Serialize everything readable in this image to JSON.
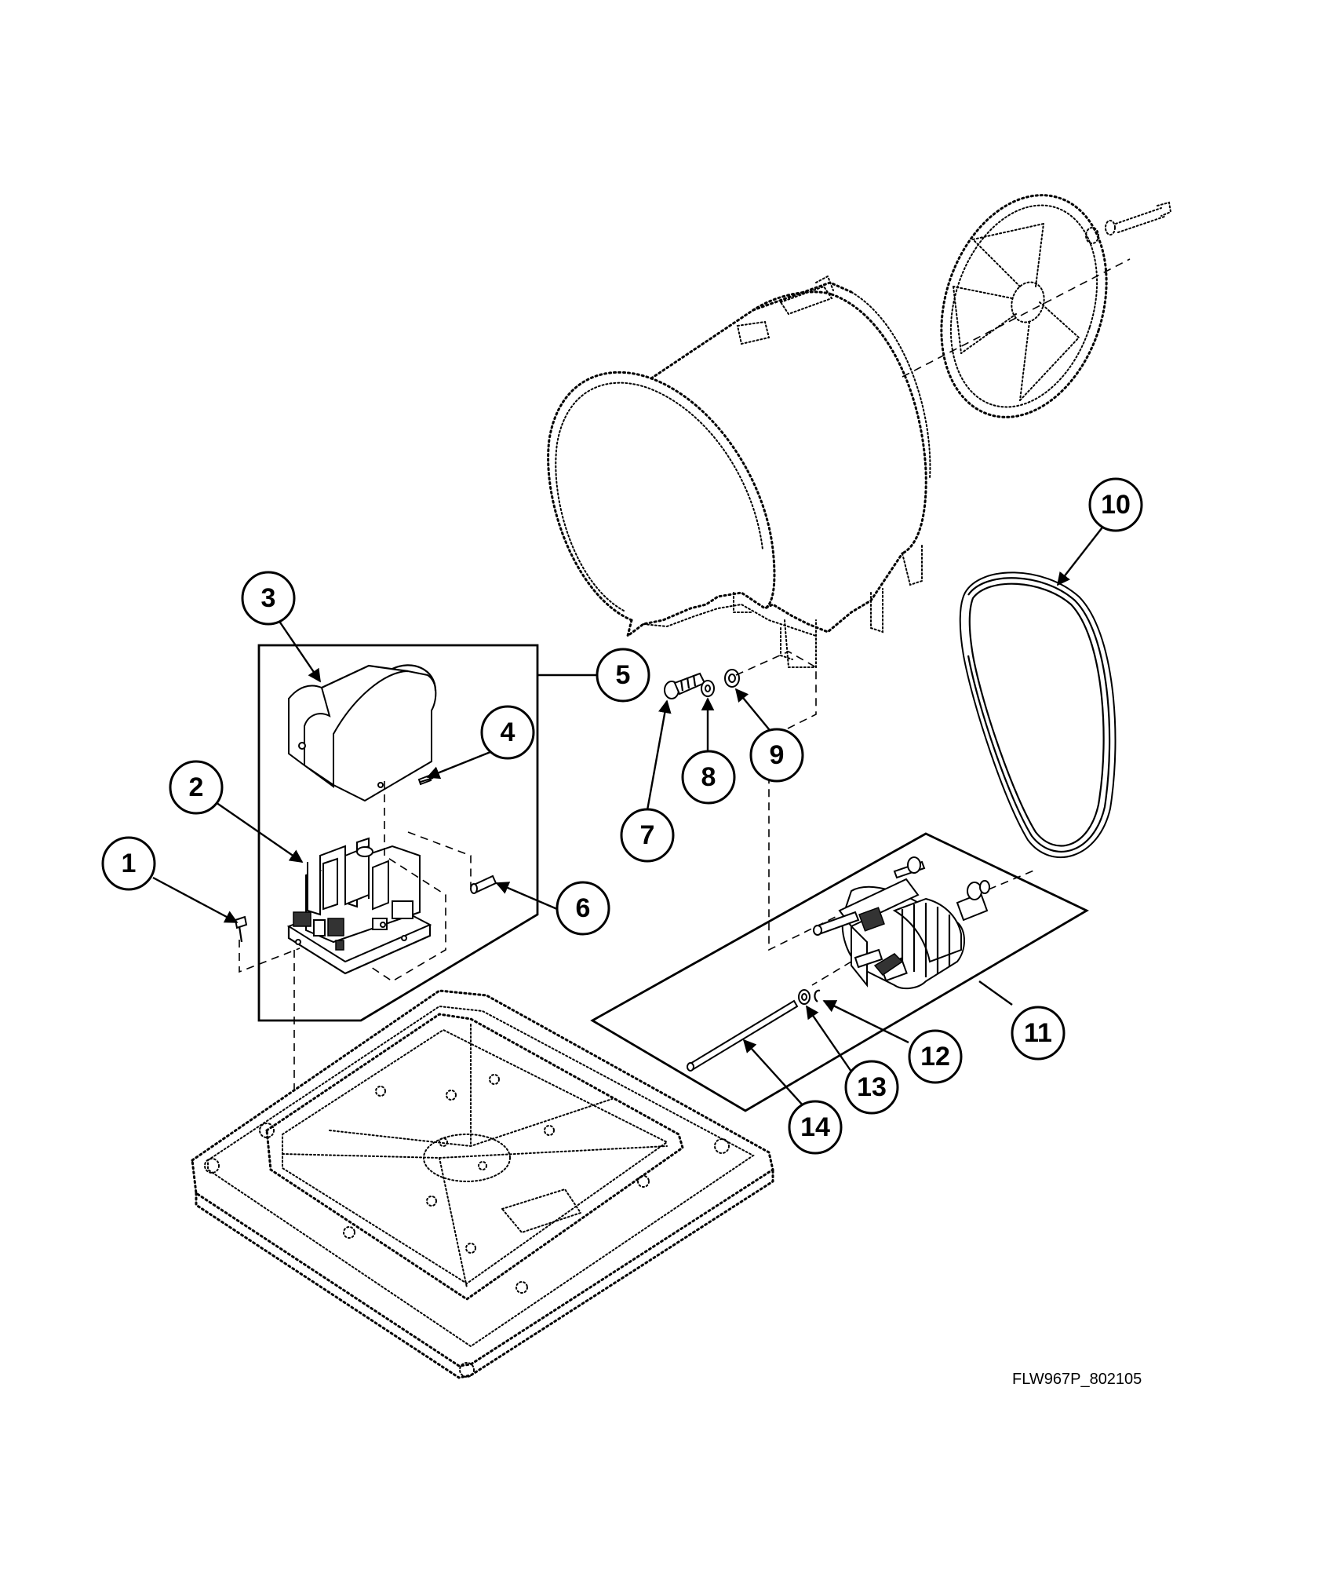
{
  "callouts": [
    {
      "id": "1",
      "label": "1"
    },
    {
      "id": "2",
      "label": "2"
    },
    {
      "id": "3",
      "label": "3"
    },
    {
      "id": "4",
      "label": "4"
    },
    {
      "id": "5",
      "label": "5"
    },
    {
      "id": "6",
      "label": "6"
    },
    {
      "id": "7",
      "label": "7"
    },
    {
      "id": "8",
      "label": "8"
    },
    {
      "id": "9",
      "label": "9"
    },
    {
      "id": "10",
      "label": "10"
    },
    {
      "id": "11",
      "label": "11"
    },
    {
      "id": "12",
      "label": "12"
    },
    {
      "id": "13",
      "label": "13"
    },
    {
      "id": "14",
      "label": "14"
    }
  ],
  "drawing_code": "FLW967P_802105"
}
